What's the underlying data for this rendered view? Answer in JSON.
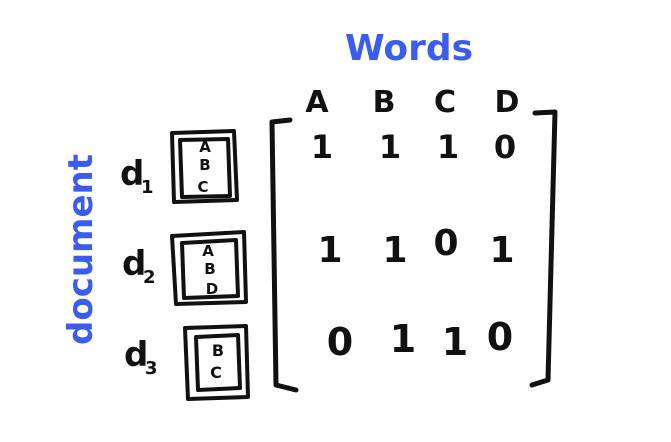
{
  "title": "Words",
  "side_label": "document",
  "columns": [
    "A",
    "B",
    "C",
    "D"
  ],
  "rows": [
    {
      "label": "d1",
      "label_base": "d",
      "label_sub": "1",
      "doc_words": [
        "A",
        "B",
        "C"
      ],
      "values": [
        "1",
        "1",
        "1",
        "0"
      ]
    },
    {
      "label": "d2",
      "label_base": "d",
      "label_sub": "2",
      "doc_words": [
        "A",
        "B",
        "D"
      ],
      "values": [
        "1",
        "1",
        "0",
        "1"
      ]
    },
    {
      "label": "d3",
      "label_base": "d",
      "label_sub": "3",
      "doc_words": [
        "B",
        "C"
      ],
      "values": [
        "0",
        "1",
        "1",
        "0"
      ]
    }
  ],
  "colors": {
    "accent": "#3a5cf0",
    "ink": "#111111"
  }
}
